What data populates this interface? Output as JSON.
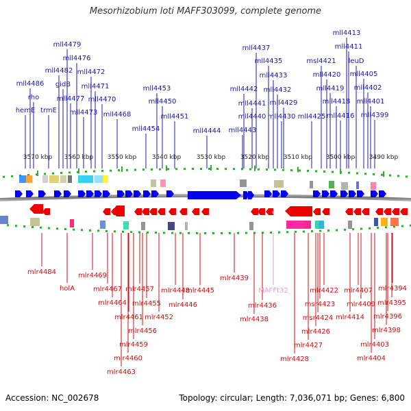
{
  "title": "Mesorhizobium loti MAFF303099, complete genome",
  "footer": {
    "accession": "Accession: NC_002678",
    "info": "Topology: circular; Length: 7,036,071 bp; Genes: 6,800"
  },
  "colors": {
    "forward_label": "#1a1aaa",
    "reverse_label": "#cc1111",
    "trna_label": "#e8a0d0",
    "forward_gene": "#0000ee",
    "reverse_gene": "#ee0000",
    "tick": "#33aa33",
    "backbone": "#888888"
  },
  "scale": {
    "ticks": [
      "3570 kbp",
      "3560 kbp",
      "3550 kbp",
      "3540 kbp",
      "3530 kbp",
      "3520 kbp",
      "3510 kbp",
      "3500 kbp",
      "3490 kbp"
    ]
  },
  "forward_labels": [
    "mll4486",
    "rho",
    "hemE",
    "trmE",
    "gidB",
    "mll4482",
    "mll4479",
    "mll4476",
    "mll4477",
    "mll4472",
    "mll4471",
    "mll4473",
    "mll4470",
    "mll4468",
    "mll4453",
    "mll4450",
    "mll4454",
    "mll4451",
    "mll4444",
    "mll4437",
    "mll4435",
    "mll4433",
    "mll4442",
    "mll4432",
    "mll4441",
    "mll4429",
    "mll4440",
    "mll4430",
    "mll4443",
    "mll4413",
    "mll4411",
    "msl4421",
    "leuD",
    "mll4420",
    "mll4405",
    "mll4419",
    "mll4402",
    "mll4418",
    "mll4401",
    "mll4425",
    "mll4416",
    "mll4399"
  ],
  "reverse_labels": [
    "mlr4484",
    "holA",
    "mlr4469",
    "mlr4467",
    "mlr4464",
    "mlr4461",
    "mlr4457",
    "mlr4455",
    "mlr4456",
    "mlr4459",
    "mlr4460",
    "mlr4463",
    "mlr4452",
    "mlr4448",
    "mlr4446",
    "mlr4445",
    "mlr4439",
    "mlr4436",
    "mlr4438",
    "MAFFt32",
    "mlr4422",
    "msr4423",
    "msr4424",
    "mlr4426",
    "mlr4427",
    "mlr4428",
    "mlr4407",
    "mlr4409",
    "mlr4414",
    "mlr4403",
    "mlr4404",
    "mlr4394",
    "mlr4395",
    "mlr4396",
    "mlr4398"
  ]
}
